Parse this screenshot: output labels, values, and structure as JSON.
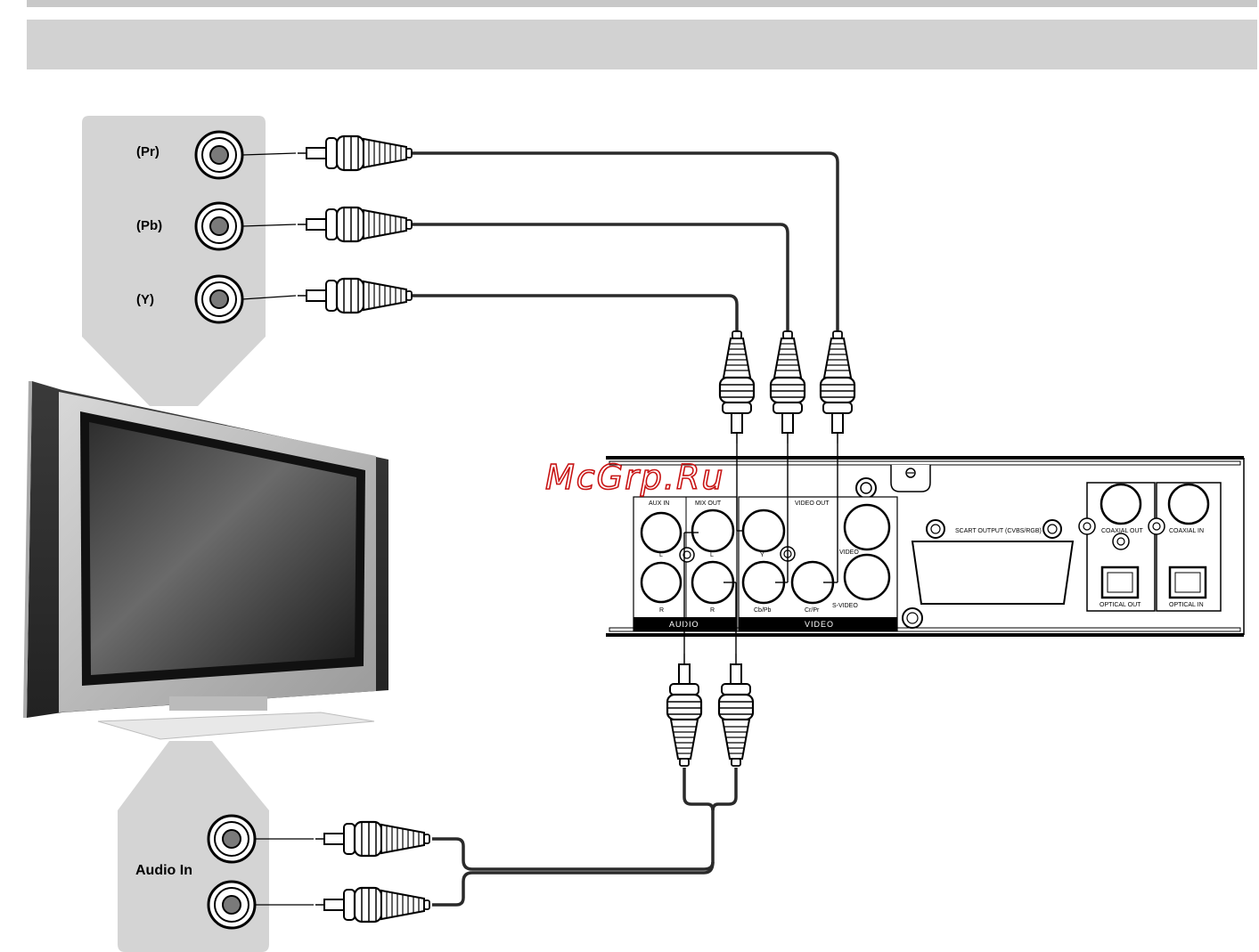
{
  "watermark": "McGrp.Ru",
  "tv_inputs": {
    "pr": "(Pr)",
    "pb": "(Pb)",
    "y": "(Y)",
    "audio_in": "Audio In"
  },
  "player_panel": {
    "aux_in": "AUX IN",
    "mix_out": "MIX OUT",
    "video_out": "VIDEO OUT",
    "aux_l": "L",
    "aux_r": "R",
    "mix_l": "L",
    "mix_r": "R",
    "jack_y": "Y",
    "jack_cbpb": "Cb/Pb",
    "jack_crpr": "Cr/Pr",
    "jack_video": "VIDEO",
    "jack_svideo": "S-VIDEO",
    "scart": "SCART OUTPUT (CVBS/RGB)",
    "coaxial_out": "COAXIAL OUT",
    "coaxial_in": "COAXIAL IN",
    "optical_out": "OPTICAL OUT",
    "optical_in": "OPTICAL IN",
    "audio_group": "AUDIO",
    "video_group": "VIDEO"
  },
  "colors": {
    "panel_gray": "#d4d4d4",
    "cable": "#2a2a2a",
    "watermark": "#c81414"
  }
}
